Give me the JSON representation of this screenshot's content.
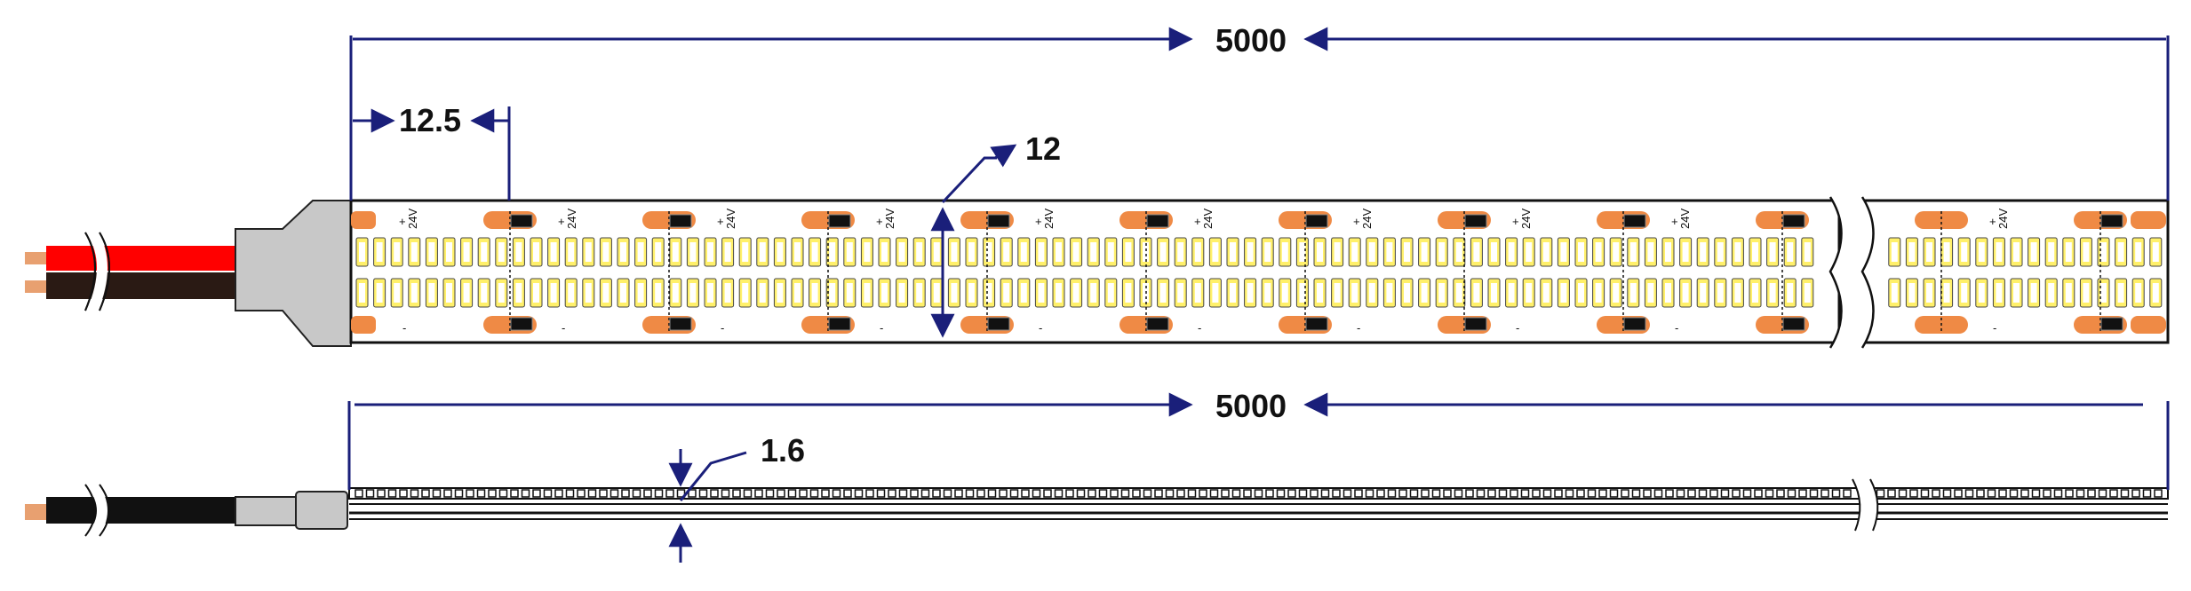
{
  "labels": {
    "length_top": "5000",
    "length_bottom": "5000",
    "cut_pitch": "12.5",
    "width": "12",
    "thickness": "1.6",
    "voltage": "24V",
    "plus": "+",
    "minus": "-"
  },
  "colors": {
    "dimension_line": "#1a1f7a",
    "pad": "#ef8a45",
    "wire_red": "#ff0000",
    "wire_black": "#111111",
    "connector": "#c8c8c8",
    "led_yellow": "#fff06a",
    "led_white": "#ffffff"
  }
}
